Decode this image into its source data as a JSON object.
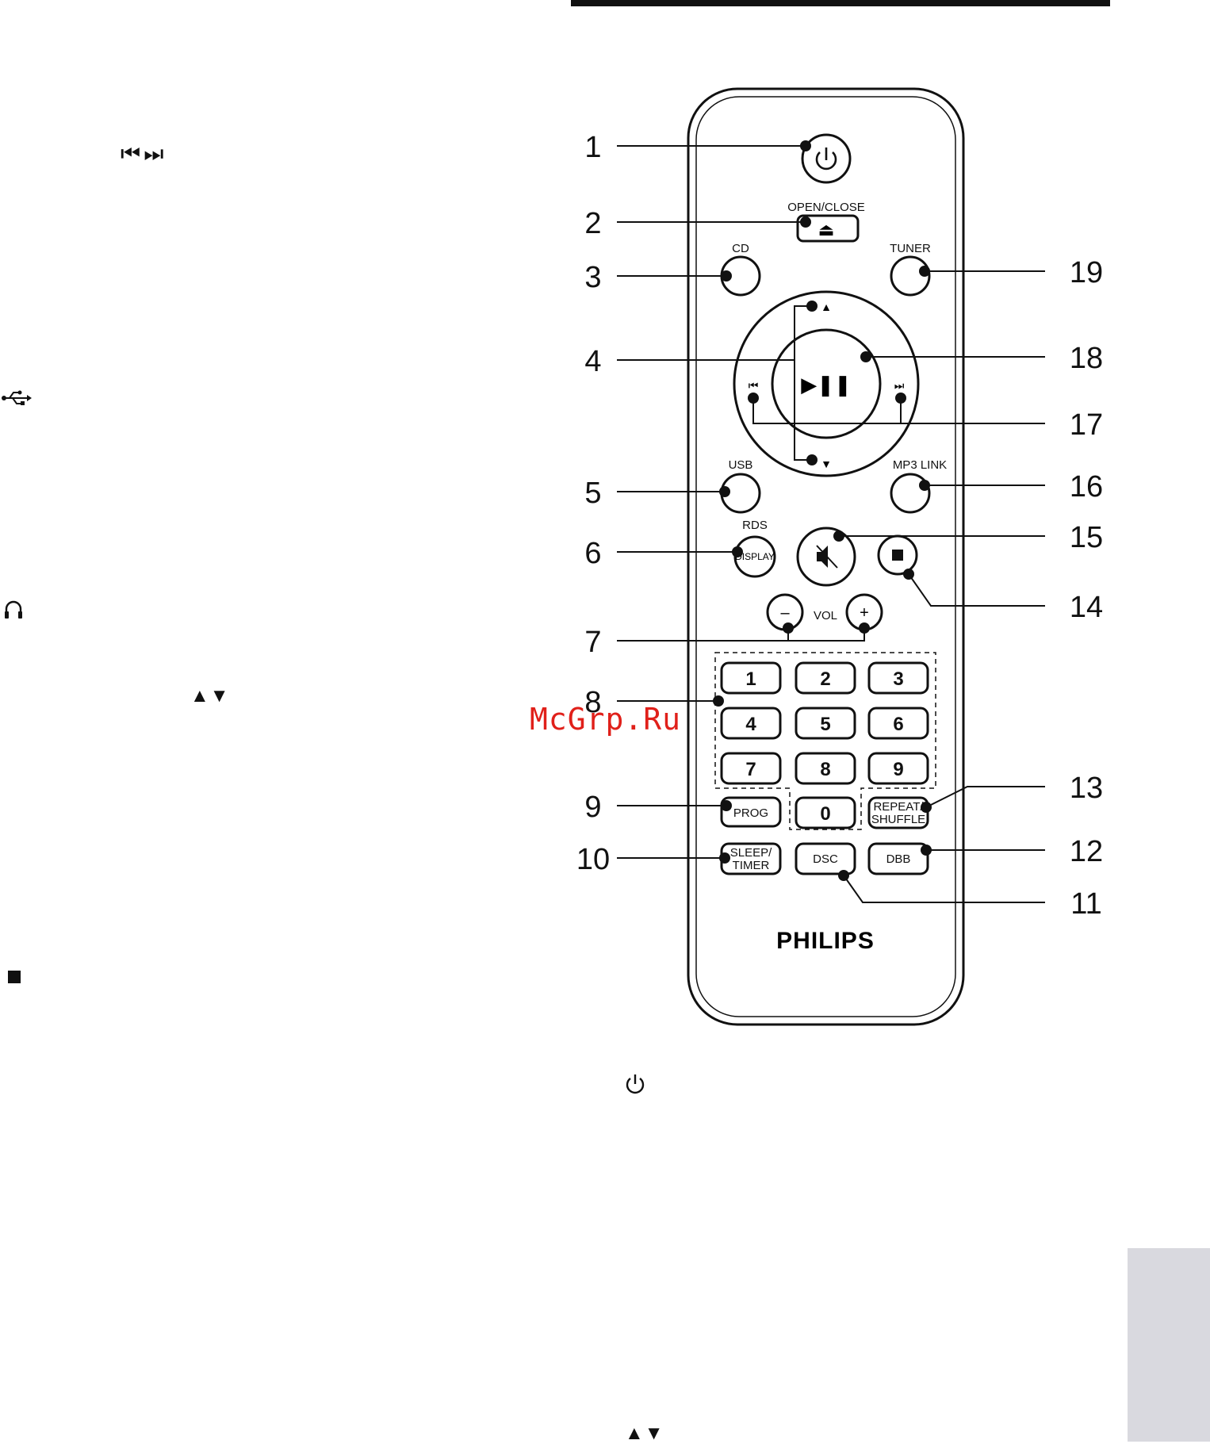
{
  "left_column": {
    "skip_symbol": "⏮⏭",
    "usb_icon": "usb-icon",
    "headphone_icon": "headphones-icon",
    "up_down_symbol": "▲▼",
    "stop_icon": "stop-square-icon"
  },
  "below_remote": {
    "power_icon": "power-icon",
    "up_down_symbol": "▲▼"
  },
  "watermark": "McGrp.Ru",
  "remote": {
    "brand": "PHILIPS",
    "labels": {
      "open_close": "OPEN/CLOSE",
      "cd": "CD",
      "tuner": "TUNER",
      "usb": "USB",
      "mp3_link": "MP3  LINK",
      "rds": "RDS",
      "display": "DISPLAY",
      "vol": "VOL",
      "vol_minus": "–",
      "vol_plus": "+",
      "prog": "PROG",
      "repeat": "REPEAT/",
      "shuffle": "SHUFFLE",
      "sleep": "SLEEP/",
      "timer": "TIMER",
      "dsc": "DSC",
      "dbb": "DBB",
      "play_pause": "▶❚❚",
      "nav_up": "▲",
      "nav_down": "▼",
      "nav_prev": "⏮",
      "nav_next": "⏭",
      "eject": "⏏"
    },
    "keys": [
      "1",
      "2",
      "3",
      "4",
      "5",
      "6",
      "7",
      "8",
      "9",
      "0"
    ],
    "callouts": [
      "1",
      "2",
      "3",
      "4",
      "5",
      "6",
      "7",
      "8",
      "9",
      "10",
      "11",
      "12",
      "13",
      "14",
      "15",
      "16",
      "17",
      "18",
      "19"
    ]
  }
}
